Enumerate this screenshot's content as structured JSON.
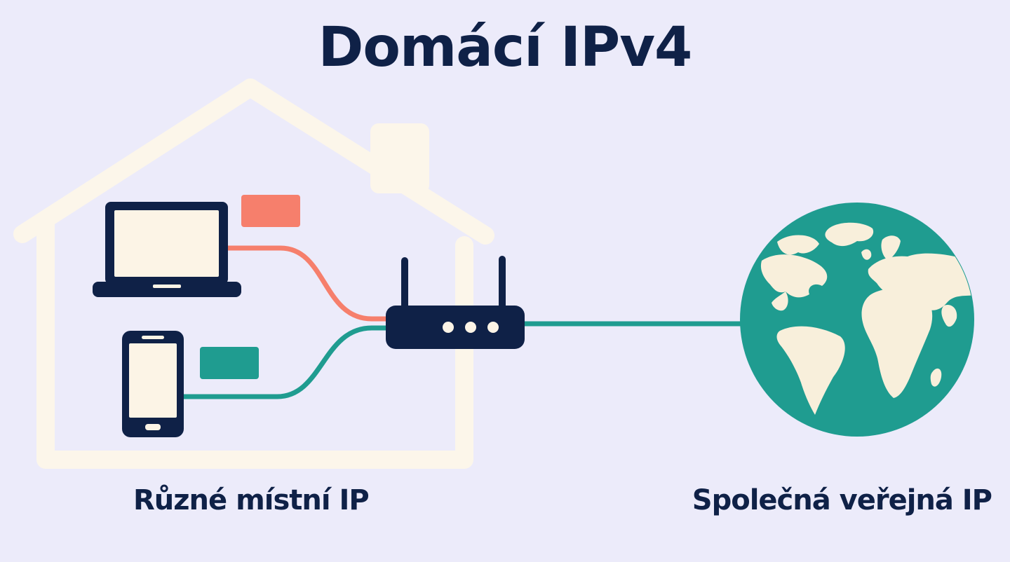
{
  "title": "Domácí IPv4",
  "labels": {
    "local_ips": "Různé místní IP",
    "public_ip": "Společná veřejná IP"
  },
  "colors": {
    "background": "#ecebfa",
    "navy": "#0f2147",
    "house": "#fcf6ea",
    "coral": "#f67f6c",
    "teal": "#1f9c90",
    "screen": "#fcf4e6",
    "continent": "#f8efdb"
  },
  "icons": {
    "house": "house-outline-icon",
    "laptop": "laptop-icon",
    "phone": "smartphone-icon",
    "router": "wifi-router-icon",
    "globe": "globe-icon"
  }
}
